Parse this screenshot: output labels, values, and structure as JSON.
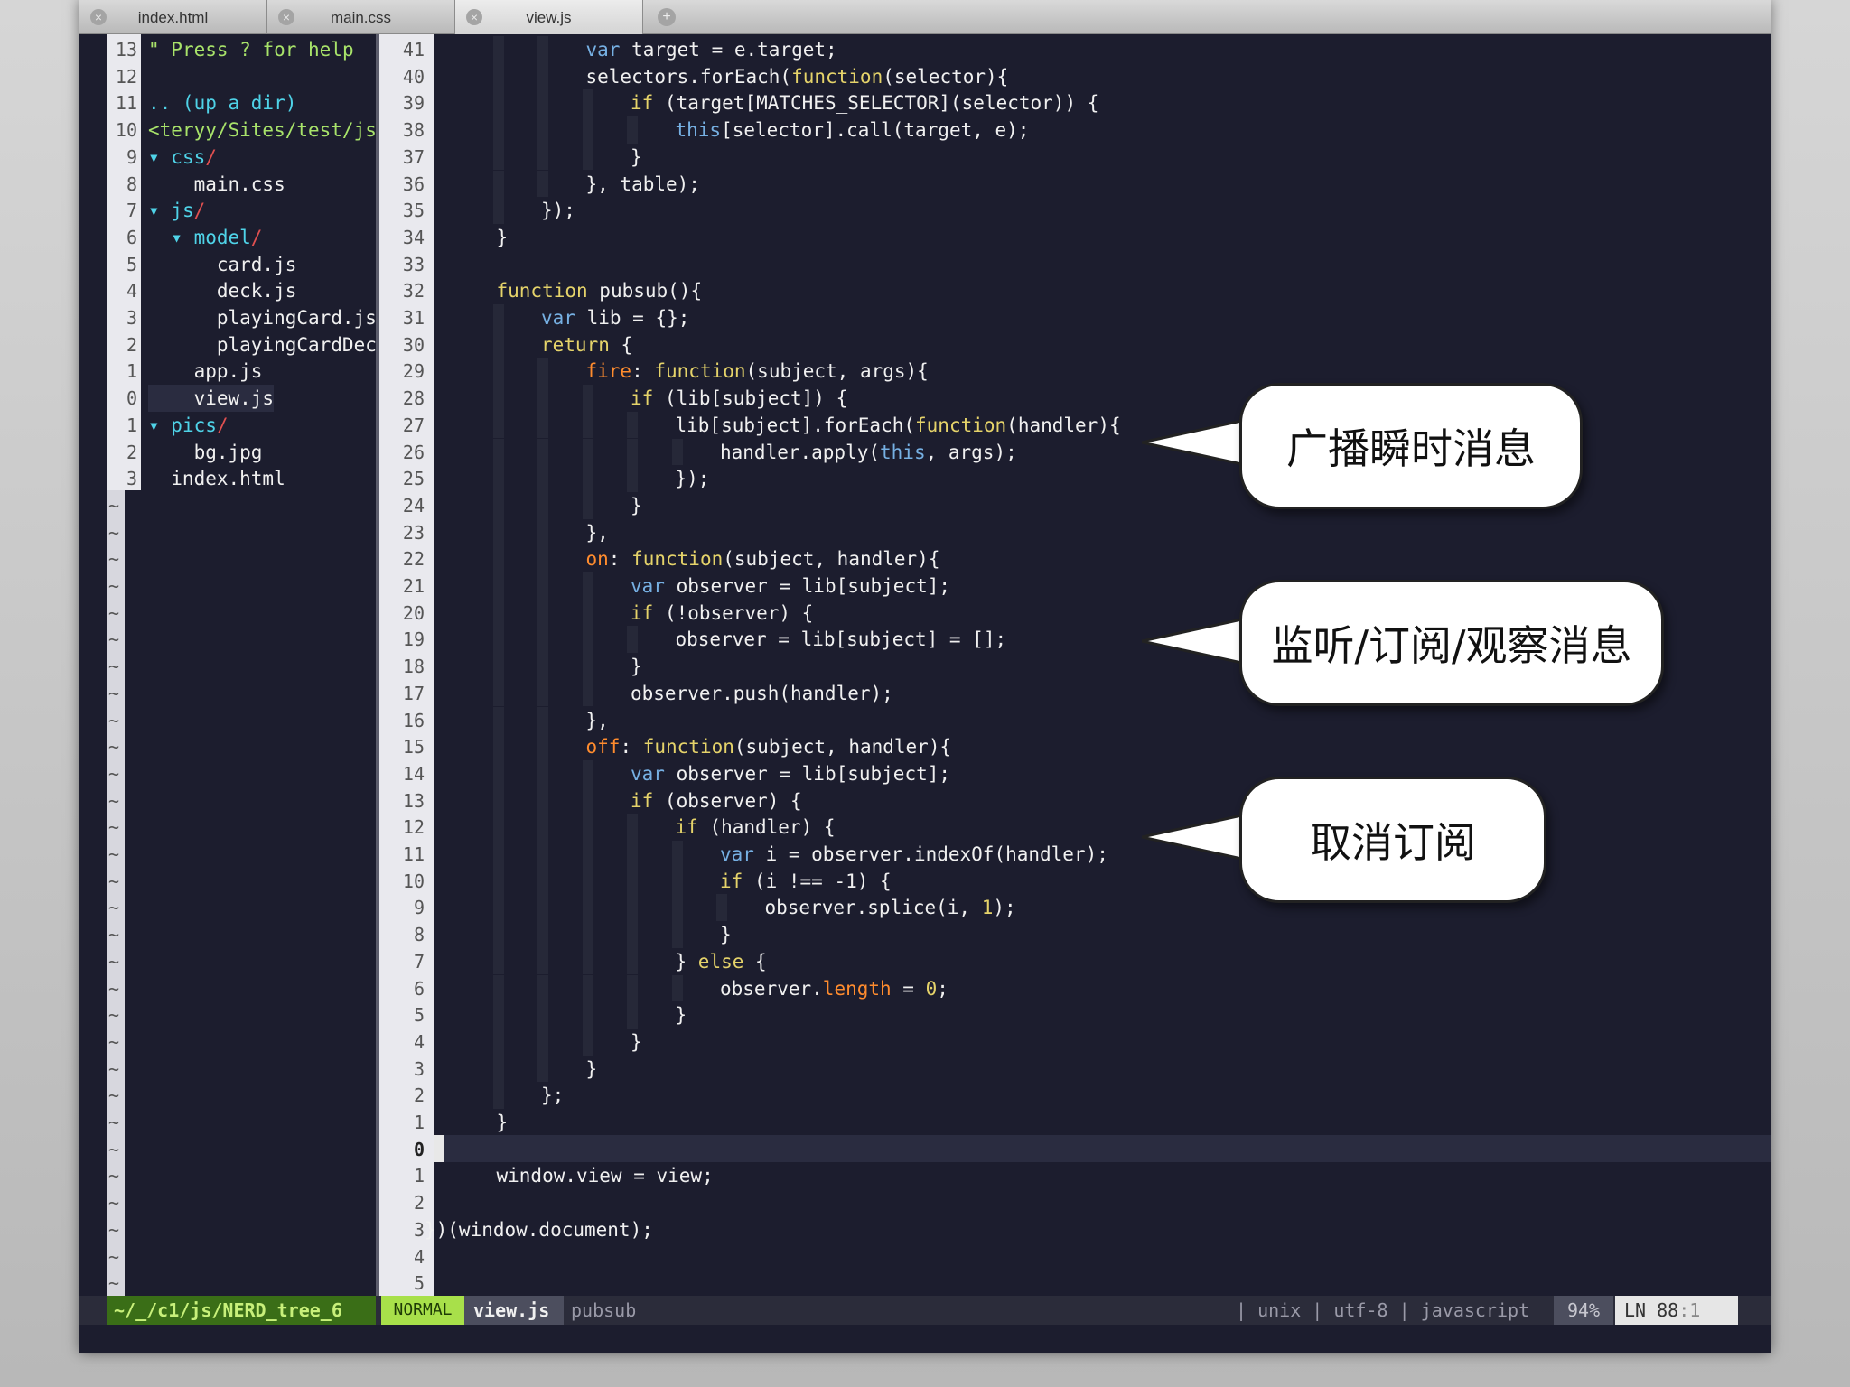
{
  "tabs": [
    {
      "label": "index.html",
      "active": false
    },
    {
      "label": "main.css",
      "active": false
    },
    {
      "label": "view.js",
      "active": true
    }
  ],
  "tree": {
    "rows": [
      {
        "num": "13",
        "parts": [
          [
            "\" ",
            "help"
          ],
          [
            "Press ? for help",
            "help"
          ]
        ]
      },
      {
        "num": "12",
        "parts": [
          [
            "",
            ""
          ]
        ]
      },
      {
        "num": "11",
        "parts": [
          [
            ".. (up a dir)",
            "dir"
          ]
        ]
      },
      {
        "num": "10",
        "parts": [
          [
            "<teryy/Sites/test/js",
            "help"
          ]
        ]
      },
      {
        "num": "9",
        "parts": [
          [
            "▾ ",
            "arrow"
          ],
          [
            "css",
            "dir"
          ],
          [
            "/",
            "slash"
          ]
        ]
      },
      {
        "num": "8",
        "parts": [
          [
            "    main.css",
            "str"
          ]
        ]
      },
      {
        "num": "7",
        "parts": [
          [
            "▾ ",
            "arrow"
          ],
          [
            "js",
            "dir"
          ],
          [
            "/",
            "slash"
          ]
        ]
      },
      {
        "num": "6",
        "parts": [
          [
            "  ▾ ",
            "arrow"
          ],
          [
            "model",
            "dir"
          ],
          [
            "/",
            "slash"
          ]
        ]
      },
      {
        "num": "5",
        "parts": [
          [
            "      card.js",
            "str"
          ]
        ]
      },
      {
        "num": "4",
        "parts": [
          [
            "      deck.js",
            "str"
          ]
        ]
      },
      {
        "num": "3",
        "parts": [
          [
            "      playingCard.js",
            "str"
          ]
        ]
      },
      {
        "num": "2",
        "parts": [
          [
            "      playingCardDec",
            "str"
          ]
        ]
      },
      {
        "num": "1",
        "parts": [
          [
            "    app.js",
            "str"
          ]
        ]
      },
      {
        "num": "0",
        "parts": [
          [
            "    view.js",
            "str"
          ]
        ]
      },
      {
        "num": "1",
        "parts": [
          [
            "▾ ",
            "arrow"
          ],
          [
            "pics",
            "dir"
          ],
          [
            "/",
            "slash"
          ]
        ]
      },
      {
        "num": "2",
        "parts": [
          [
            "    bg.jpg",
            "str"
          ]
        ]
      },
      {
        "num": "3",
        "parts": [
          [
            "  index.html",
            "str"
          ]
        ]
      }
    ],
    "tilde": "~"
  },
  "code": {
    "lines": [
      {
        "n": "41",
        "i": 3,
        "parts": [
          [
            "var",
            "kw2"
          ],
          [
            " target = e.target;",
            "str"
          ]
        ]
      },
      {
        "n": "40",
        "i": 3,
        "parts": [
          [
            "selectors.forEach(",
            "str"
          ],
          [
            "function",
            "kw"
          ],
          [
            "(selector){",
            "str"
          ]
        ]
      },
      {
        "n": "39",
        "i": 4,
        "parts": [
          [
            "if",
            "kw"
          ],
          [
            " (target[MATCHES_SELECTOR](selector)) {",
            "str"
          ]
        ]
      },
      {
        "n": "38",
        "i": 5,
        "parts": [
          [
            "this",
            "kw2"
          ],
          [
            "[selector].call(target, e);",
            "str"
          ]
        ]
      },
      {
        "n": "37",
        "i": 4,
        "parts": [
          [
            "}",
            "str"
          ]
        ]
      },
      {
        "n": "36",
        "i": 3,
        "parts": [
          [
            "}, table);",
            "str"
          ]
        ]
      },
      {
        "n": "35",
        "i": 2,
        "parts": [
          [
            "});",
            "str"
          ]
        ]
      },
      {
        "n": "34",
        "i": 1,
        "parts": [
          [
            "}",
            "str"
          ]
        ]
      },
      {
        "n": "33",
        "i": 0,
        "parts": [
          [
            "",
            "str"
          ]
        ]
      },
      {
        "n": "32",
        "i": 1,
        "parts": [
          [
            "function",
            "kw"
          ],
          [
            " pubsub(){",
            "str"
          ]
        ]
      },
      {
        "n": "31",
        "i": 2,
        "parts": [
          [
            "var",
            "kw2"
          ],
          [
            " lib = {};",
            "str"
          ]
        ]
      },
      {
        "n": "30",
        "i": 2,
        "parts": [
          [
            "return",
            "kw"
          ],
          [
            " {",
            "str"
          ]
        ]
      },
      {
        "n": "29",
        "i": 3,
        "parts": [
          [
            "fire",
            "prop"
          ],
          [
            ": ",
            "str"
          ],
          [
            "function",
            "kw"
          ],
          [
            "(subject, args){",
            "str"
          ]
        ]
      },
      {
        "n": "28",
        "i": 4,
        "parts": [
          [
            "if",
            "kw"
          ],
          [
            " (lib[subject]) {",
            "str"
          ]
        ]
      },
      {
        "n": "27",
        "i": 5,
        "parts": [
          [
            "lib[subject].forEach(",
            "str"
          ],
          [
            "function",
            "kw"
          ],
          [
            "(handler){",
            "str"
          ]
        ]
      },
      {
        "n": "26",
        "i": 6,
        "parts": [
          [
            "handler.apply(",
            "str"
          ],
          [
            "this",
            "kw2"
          ],
          [
            ", args);",
            "str"
          ]
        ]
      },
      {
        "n": "25",
        "i": 5,
        "parts": [
          [
            "});",
            "str"
          ]
        ]
      },
      {
        "n": "24",
        "i": 4,
        "parts": [
          [
            "}",
            "str"
          ]
        ]
      },
      {
        "n": "23",
        "i": 3,
        "parts": [
          [
            "},",
            "str"
          ]
        ]
      },
      {
        "n": "22",
        "i": 3,
        "parts": [
          [
            "on",
            "prop"
          ],
          [
            ": ",
            "str"
          ],
          [
            "function",
            "kw"
          ],
          [
            "(subject, handler){",
            "str"
          ]
        ]
      },
      {
        "n": "21",
        "i": 4,
        "parts": [
          [
            "var",
            "kw2"
          ],
          [
            " observer = lib[subject];",
            "str"
          ]
        ]
      },
      {
        "n": "20",
        "i": 4,
        "parts": [
          [
            "if",
            "kw"
          ],
          [
            " (!observer) {",
            "str"
          ]
        ]
      },
      {
        "n": "19",
        "i": 5,
        "parts": [
          [
            "observer = lib[subject] = [];",
            "str"
          ]
        ]
      },
      {
        "n": "18",
        "i": 4,
        "parts": [
          [
            "}",
            "str"
          ]
        ]
      },
      {
        "n": "17",
        "i": 4,
        "parts": [
          [
            "observer.push(handler);",
            "str"
          ]
        ]
      },
      {
        "n": "16",
        "i": 3,
        "parts": [
          [
            "},",
            "str"
          ]
        ]
      },
      {
        "n": "15",
        "i": 3,
        "parts": [
          [
            "off",
            "prop"
          ],
          [
            ": ",
            "str"
          ],
          [
            "function",
            "kw"
          ],
          [
            "(subject, handler){",
            "str"
          ]
        ]
      },
      {
        "n": "14",
        "i": 4,
        "parts": [
          [
            "var",
            "kw2"
          ],
          [
            " observer = lib[subject];",
            "str"
          ]
        ]
      },
      {
        "n": "13",
        "i": 4,
        "parts": [
          [
            "if",
            "kw"
          ],
          [
            " (observer) {",
            "str"
          ]
        ]
      },
      {
        "n": "12",
        "i": 5,
        "parts": [
          [
            "if",
            "kw"
          ],
          [
            " (handler) {",
            "str"
          ]
        ]
      },
      {
        "n": "11",
        "i": 6,
        "parts": [
          [
            "var",
            "kw2"
          ],
          [
            " i = observer.indexOf(handler);",
            "str"
          ]
        ]
      },
      {
        "n": "10",
        "i": 6,
        "parts": [
          [
            "if",
            "kw"
          ],
          [
            " (i !== -1) {",
            "str"
          ]
        ]
      },
      {
        "n": "9",
        "i": 7,
        "parts": [
          [
            "observer.splice(i, ",
            "str"
          ],
          [
            "1",
            "num"
          ],
          [
            ");",
            "str"
          ]
        ]
      },
      {
        "n": "8",
        "i": 6,
        "parts": [
          [
            "}",
            "str"
          ]
        ]
      },
      {
        "n": "7",
        "i": 5,
        "parts": [
          [
            "} ",
            "str"
          ],
          [
            "else",
            "kw"
          ],
          [
            " {",
            "str"
          ]
        ]
      },
      {
        "n": "6",
        "i": 6,
        "parts": [
          [
            "observer.",
            "str"
          ],
          [
            "length",
            "prop"
          ],
          [
            " = ",
            "str"
          ],
          [
            "0",
            "num"
          ],
          [
            ";",
            "str"
          ]
        ]
      },
      {
        "n": "5",
        "i": 5,
        "parts": [
          [
            "}",
            "str"
          ]
        ]
      },
      {
        "n": "4",
        "i": 4,
        "parts": [
          [
            "}",
            "str"
          ]
        ]
      },
      {
        "n": "3",
        "i": 3,
        "parts": [
          [
            "}",
            "str"
          ]
        ]
      },
      {
        "n": "2",
        "i": 2,
        "parts": [
          [
            "};",
            "str"
          ]
        ]
      },
      {
        "n": "1",
        "i": 1,
        "parts": [
          [
            "}",
            "str"
          ]
        ]
      },
      {
        "n": "0",
        "i": 0,
        "parts": [
          [
            "",
            "str"
          ]
        ]
      },
      {
        "n": "1",
        "i": 1,
        "parts": [
          [
            "window.view = view;",
            "str"
          ]
        ]
      },
      {
        "n": "2",
        "i": 0,
        "parts": [
          [
            "",
            "str"
          ]
        ]
      },
      {
        "n": "3",
        "i": 0,
        "parts": [
          [
            "})(window.document);",
            "str"
          ]
        ]
      },
      {
        "n": "4",
        "i": 0,
        "parts": [
          [
            "",
            "str"
          ]
        ]
      },
      {
        "n": "5",
        "i": 0,
        "parts": [
          [
            "",
            "str"
          ]
        ]
      }
    ]
  },
  "status": {
    "tree_path": "~/_/c1/js/NERD_tree_6",
    "mode": "NORMAL",
    "file": "view.js",
    "func": "pubsub",
    "format": "| unix | utf-8 | javascript",
    "percent": "94%",
    "ln_label": "LN",
    "line": "88",
    "col": ":1"
  },
  "callouts": {
    "broadcast": "广播瞬时消息",
    "subscribe": "监听/订阅/观察消息",
    "unsubscribe": "取消订阅"
  }
}
